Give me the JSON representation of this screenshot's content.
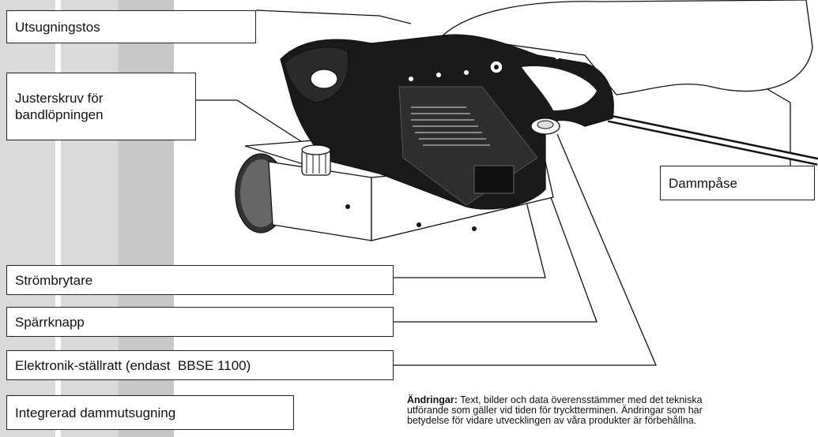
{
  "labels": {
    "utsugningstos": "Utsugningstos",
    "justerskruv_line1": "Justerskruv för",
    "justerskruv_line2": "bandlöpningen",
    "dammpase": "Dammpåse",
    "strombrytare": "Strömbrytare",
    "sparrknapp": "Spärrknapp",
    "elektronik": "Elektronik-ställratt (endast  BBSE 1100)",
    "integrerad": "Integrerad dammutsugning"
  },
  "note": {
    "heading": "Ändringar:",
    "line1": " Text, bilder och data överensstämmer med det tekniska",
    "line2": "utförande som gäller vid tiden för trycktterminen. Ändringar som har",
    "line3": "betydelse för vidare utvecklingen av våra produkter är förbehållna."
  },
  "colors": {
    "stripe_light": "#d9d9d9",
    "stripe_dark": "#c7c7c7",
    "ink": "#111111"
  },
  "icons": [
    "belt-sander-illustration"
  ]
}
